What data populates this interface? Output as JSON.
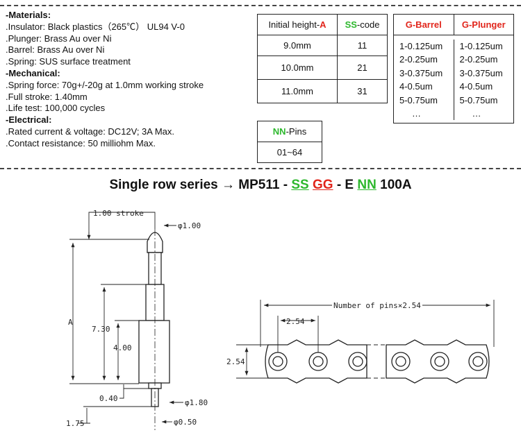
{
  "specs": {
    "materials_heading": "-Materials:",
    "insulator": ".Insulator: Black plastics（265℃） UL94 V-0",
    "plunger": ".Plunger: Brass Au over Ni",
    "barrel": ".Barrel: Brass Au over Ni",
    "spring": ".Spring: SUS surface treatment",
    "mechanical_heading": "-Mechanical:",
    "spring_force": ".Spring force: 70g+/-20g at 1.0mm working stroke",
    "full_stroke": ".Full stroke: 1.40mm",
    "life_test": ".Life test: 100,000 cycles",
    "electrical_heading": "-Electrical:",
    "rated": ".Rated current & voltage: DC12V; 3A Max.",
    "contact": ".Contact resistance: 50 milliohm Max."
  },
  "height_table": {
    "col1_prefix": "Initial height-",
    "col1_letter": "A",
    "col2_code": "SS",
    "col2_suffix": "-code",
    "rows": [
      {
        "height": "9.0mm",
        "code": "11"
      },
      {
        "height": "10.0mm",
        "code": "21"
      },
      {
        "height": "11.0mm",
        "code": "31"
      }
    ]
  },
  "pins_table": {
    "code": "NN",
    "suffix": "-Pins",
    "value": "01~64"
  },
  "plating_table": {
    "barrel_header": "G-Barrel",
    "plunger_header": "G-Plunger",
    "barrel_items": [
      "1-0.125um",
      "2-0.25um",
      "3-0.375um",
      "4-0.5um",
      "5-0.75um",
      "…"
    ],
    "plunger_items": [
      "1-0.125um",
      "2-0.25um",
      "3-0.375um",
      "4-0.5um",
      "5-0.75um",
      "…"
    ]
  },
  "title": {
    "prefix": "Single row series → MP511 - ",
    "ss": "SS",
    "gg": "GG",
    "mid": " - E ",
    "nn": "NN",
    "end": " 100A"
  },
  "drawing": {
    "stroke": "1.00 stroke",
    "tip_dia": "φ1.00",
    "height_a": "A",
    "dim_730": "7.30",
    "dim_400": "4.00",
    "dim_040": "0.40",
    "dim_180": "φ1.80",
    "dim_175": "1.75",
    "dim_050": "φ0.50",
    "pins_width": "Number of pins×2.54",
    "pitch": "2.54",
    "row_height": "2.54"
  },
  "colors": {
    "red": "#e1251b",
    "green": "#2db82d"
  }
}
